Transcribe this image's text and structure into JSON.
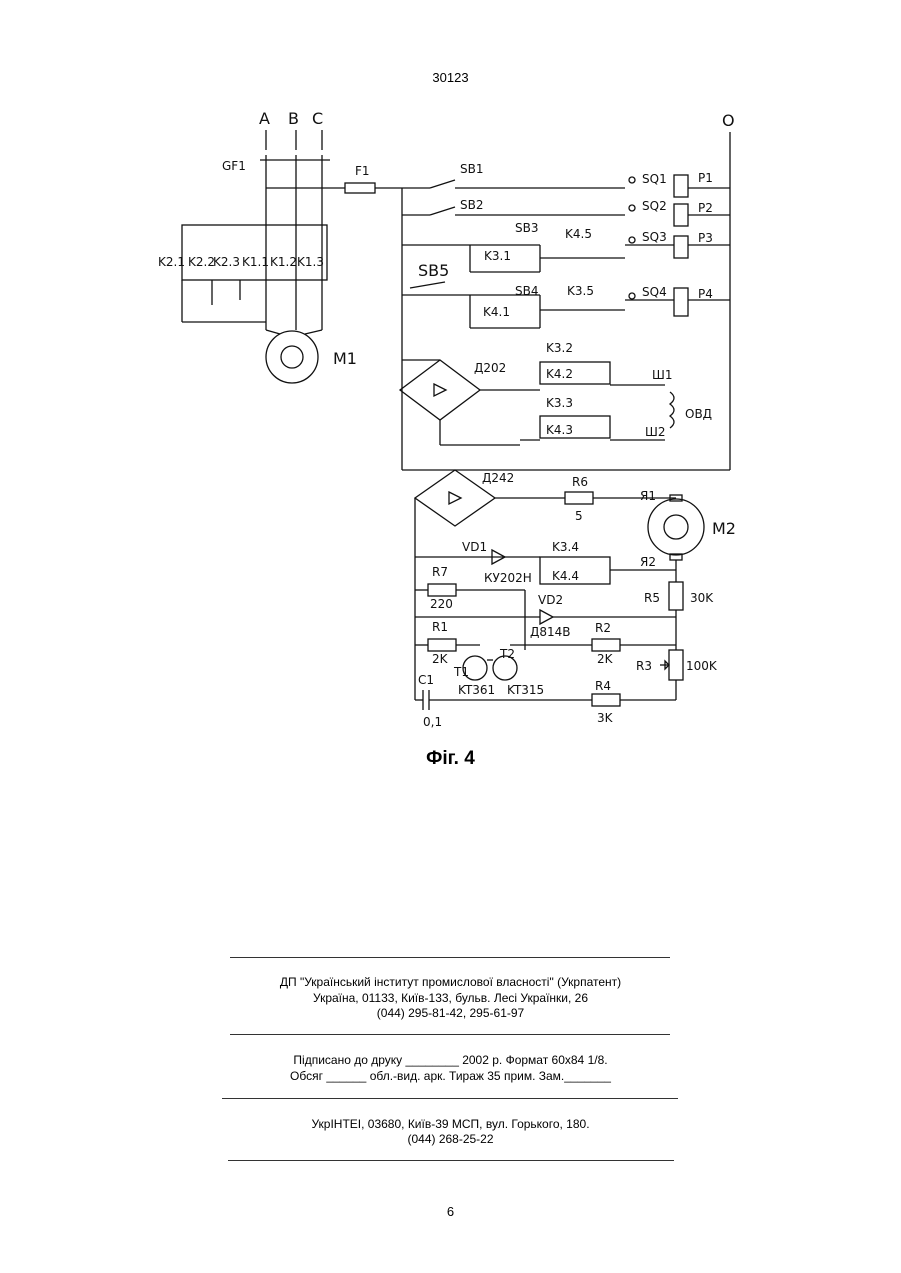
{
  "header": {
    "patent_number": "30123"
  },
  "figure": {
    "caption": "Фіг. 4",
    "labels": {
      "A": "A",
      "B": "B",
      "C": "C",
      "O": "O",
      "GF1": "GF1",
      "F1": "F1",
      "SB1": "SB1",
      "SB2": "SB2",
      "SB3": "SB3",
      "SB4": "SB4",
      "SB5": "SB5",
      "SQ1": "SQ1",
      "SQ2": "SQ2",
      "SQ3": "SQ3",
      "SQ4": "SQ4",
      "P1": "P1",
      "P2": "P2",
      "P3": "P3",
      "P4": "P4",
      "K21": "K2.1",
      "K22": "K2.2",
      "K23": "K2.3",
      "K11": "K1.1",
      "K12": "K1.2",
      "K13": "K1.3",
      "M1": "M1",
      "M2": "M2",
      "K31": "K3.1",
      "K41": "K4.1",
      "K45": "K4.5",
      "K35": "K3.5",
      "D202": "Д202",
      "D242": "Д242",
      "K32": "K3.2",
      "K42": "K4.2",
      "K33": "K3.3",
      "K43": "K4.3",
      "SH1": "Ш1",
      "SH2": "Ш2",
      "OVD": "ОВД",
      "R6": "R6",
      "R6v": "5",
      "YA1": "Я1",
      "YA2": "Я2",
      "VD1": "VD1",
      "KU": "КУ202Н",
      "K34": "K3.4",
      "K44": "K4.4",
      "R7": "R7",
      "R7v": "220",
      "R5": "R5",
      "R5v": "30K",
      "VD2": "VD2",
      "D814": "Д814В",
      "R1": "R1",
      "R1v": "2K",
      "R2": "R2",
      "R2v": "2K",
      "R3": "R3",
      "R3v": "100K",
      "T1": "T1",
      "T2": "T2",
      "KT361": "KT361",
      "KT315": "KT315",
      "C1": "C1",
      "C1v": "0,1",
      "R4": "R4",
      "R4v": "3K"
    }
  },
  "imprint": {
    "org_line1": "ДП \"Український інститут промислової власності\" (Укрпатент)",
    "org_line2": "Україна, 01133, Київ-133, бульв. Лесі Українки, 26",
    "org_line3": "(044) 295-81-42, 295-61-97",
    "print_line1": "Підписано до друку ________ 2002 р.    Формат 60х84 1/8.",
    "print_line2": "Обсяг ______ обл.-вид. арк.   Тираж 35 прим.    Зам._______",
    "press_line1": "УкрІНТЕІ, 03680, Київ-39 МСП, вул. Горького, 180.",
    "press_line2": "(044) 268-25-22"
  },
  "footer": {
    "page_number": "6"
  }
}
